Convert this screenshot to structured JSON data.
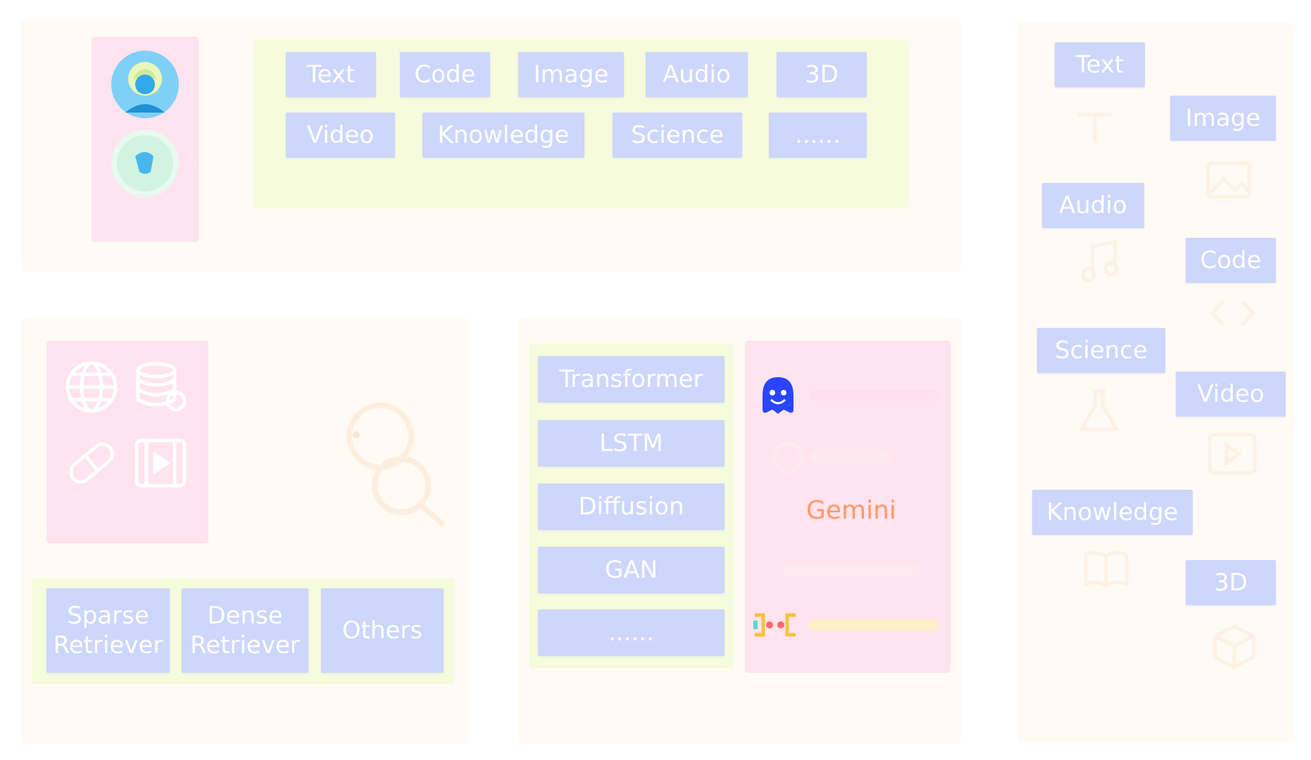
{
  "colors": {
    "panel_bg": "#fffaf4",
    "pink_box": "#ffe3ee",
    "green_box": "#f5fbdc",
    "tag_bg": "#cdd6fb",
    "tag_text": "#ffffff",
    "hf_blue": "#2a45ff",
    "gemini_orange": "#ff9966"
  },
  "top_panel": {
    "modality_row1": [
      "Text",
      "Code",
      "Image",
      "Audio",
      "3D"
    ],
    "modality_row2": [
      "Video",
      "Knowledge",
      "Science",
      "......"
    ]
  },
  "retriever_panel": {
    "retrievers": [
      "Sparse Retriever",
      "Dense Retriever",
      "Others"
    ],
    "source_icons": [
      "globe-icon",
      "database-icon",
      "pill-icon",
      "film-icon",
      "magnifier-icon"
    ]
  },
  "model_panel": {
    "architectures": [
      "Transformer",
      "LSTM",
      "Diffusion",
      "GAN",
      "......"
    ],
    "providers": {
      "gemini": "Gemini"
    },
    "provider_icons": [
      "huggingface-logo-icon",
      "openai-logo-icon",
      "stability-logo-icon",
      "modelscope-logo-icon"
    ]
  },
  "right_panel": {
    "modalities": [
      "Text",
      "Image",
      "Audio",
      "Code",
      "Science",
      "Video",
      "Knowledge",
      "3D"
    ]
  }
}
